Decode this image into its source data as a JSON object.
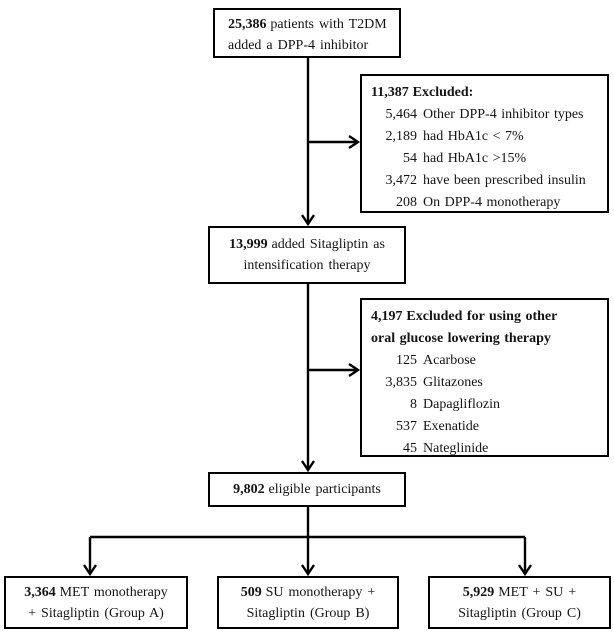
{
  "flowchart": {
    "top_box": {
      "num": "25,386",
      "line1_rest": "patients with T2DM",
      "line2": "added a DPP-4 inhibitor"
    },
    "excluded1": {
      "num": "11,387",
      "title_rest": "Excluded:",
      "items": [
        {
          "num": "5,464",
          "label": "Other DPP-4 inhibitor types"
        },
        {
          "num": "2,189",
          "label": "had HbA1c < 7%"
        },
        {
          "num": "54",
          "label": "had HbA1c >15%"
        },
        {
          "num": "3,472",
          "label": "have been prescribed insulin"
        },
        {
          "num": "208",
          "label": "On DPP-4 monotherapy"
        }
      ]
    },
    "sitagliptin_box": {
      "num": "13,999",
      "line1_rest": "added Sitagliptin as",
      "line2": "intensification therapy"
    },
    "excluded2": {
      "num": "4,197",
      "title_rest": "Excluded for using other",
      "title_line2": "oral glucose lowering therapy",
      "items": [
        {
          "num": "125",
          "label": "Acarbose"
        },
        {
          "num": "3,835",
          "label": "Glitazones"
        },
        {
          "num": "8",
          "label": "Dapagliflozin"
        },
        {
          "num": "537",
          "label": "Exenatide"
        },
        {
          "num": "45",
          "label": "Nateglinide"
        }
      ]
    },
    "eligible_box": {
      "num": "9,802",
      "rest": "eligible participants"
    },
    "group_boxes": [
      {
        "num": "3,364",
        "line1_rest": "MET monotherapy",
        "line2": "+ Sitagliptin (Group A)"
      },
      {
        "num": "509",
        "line1_rest": "SU monotherapy +",
        "line2": "Sitagliptin (Group B)"
      },
      {
        "num": "5,929",
        "line1_rest": "MET + SU +",
        "line2": "Sitagliptin (Group C)"
      }
    ],
    "colors": {
      "line": "#000000",
      "border": "#000000",
      "background": "#ffffff"
    }
  }
}
